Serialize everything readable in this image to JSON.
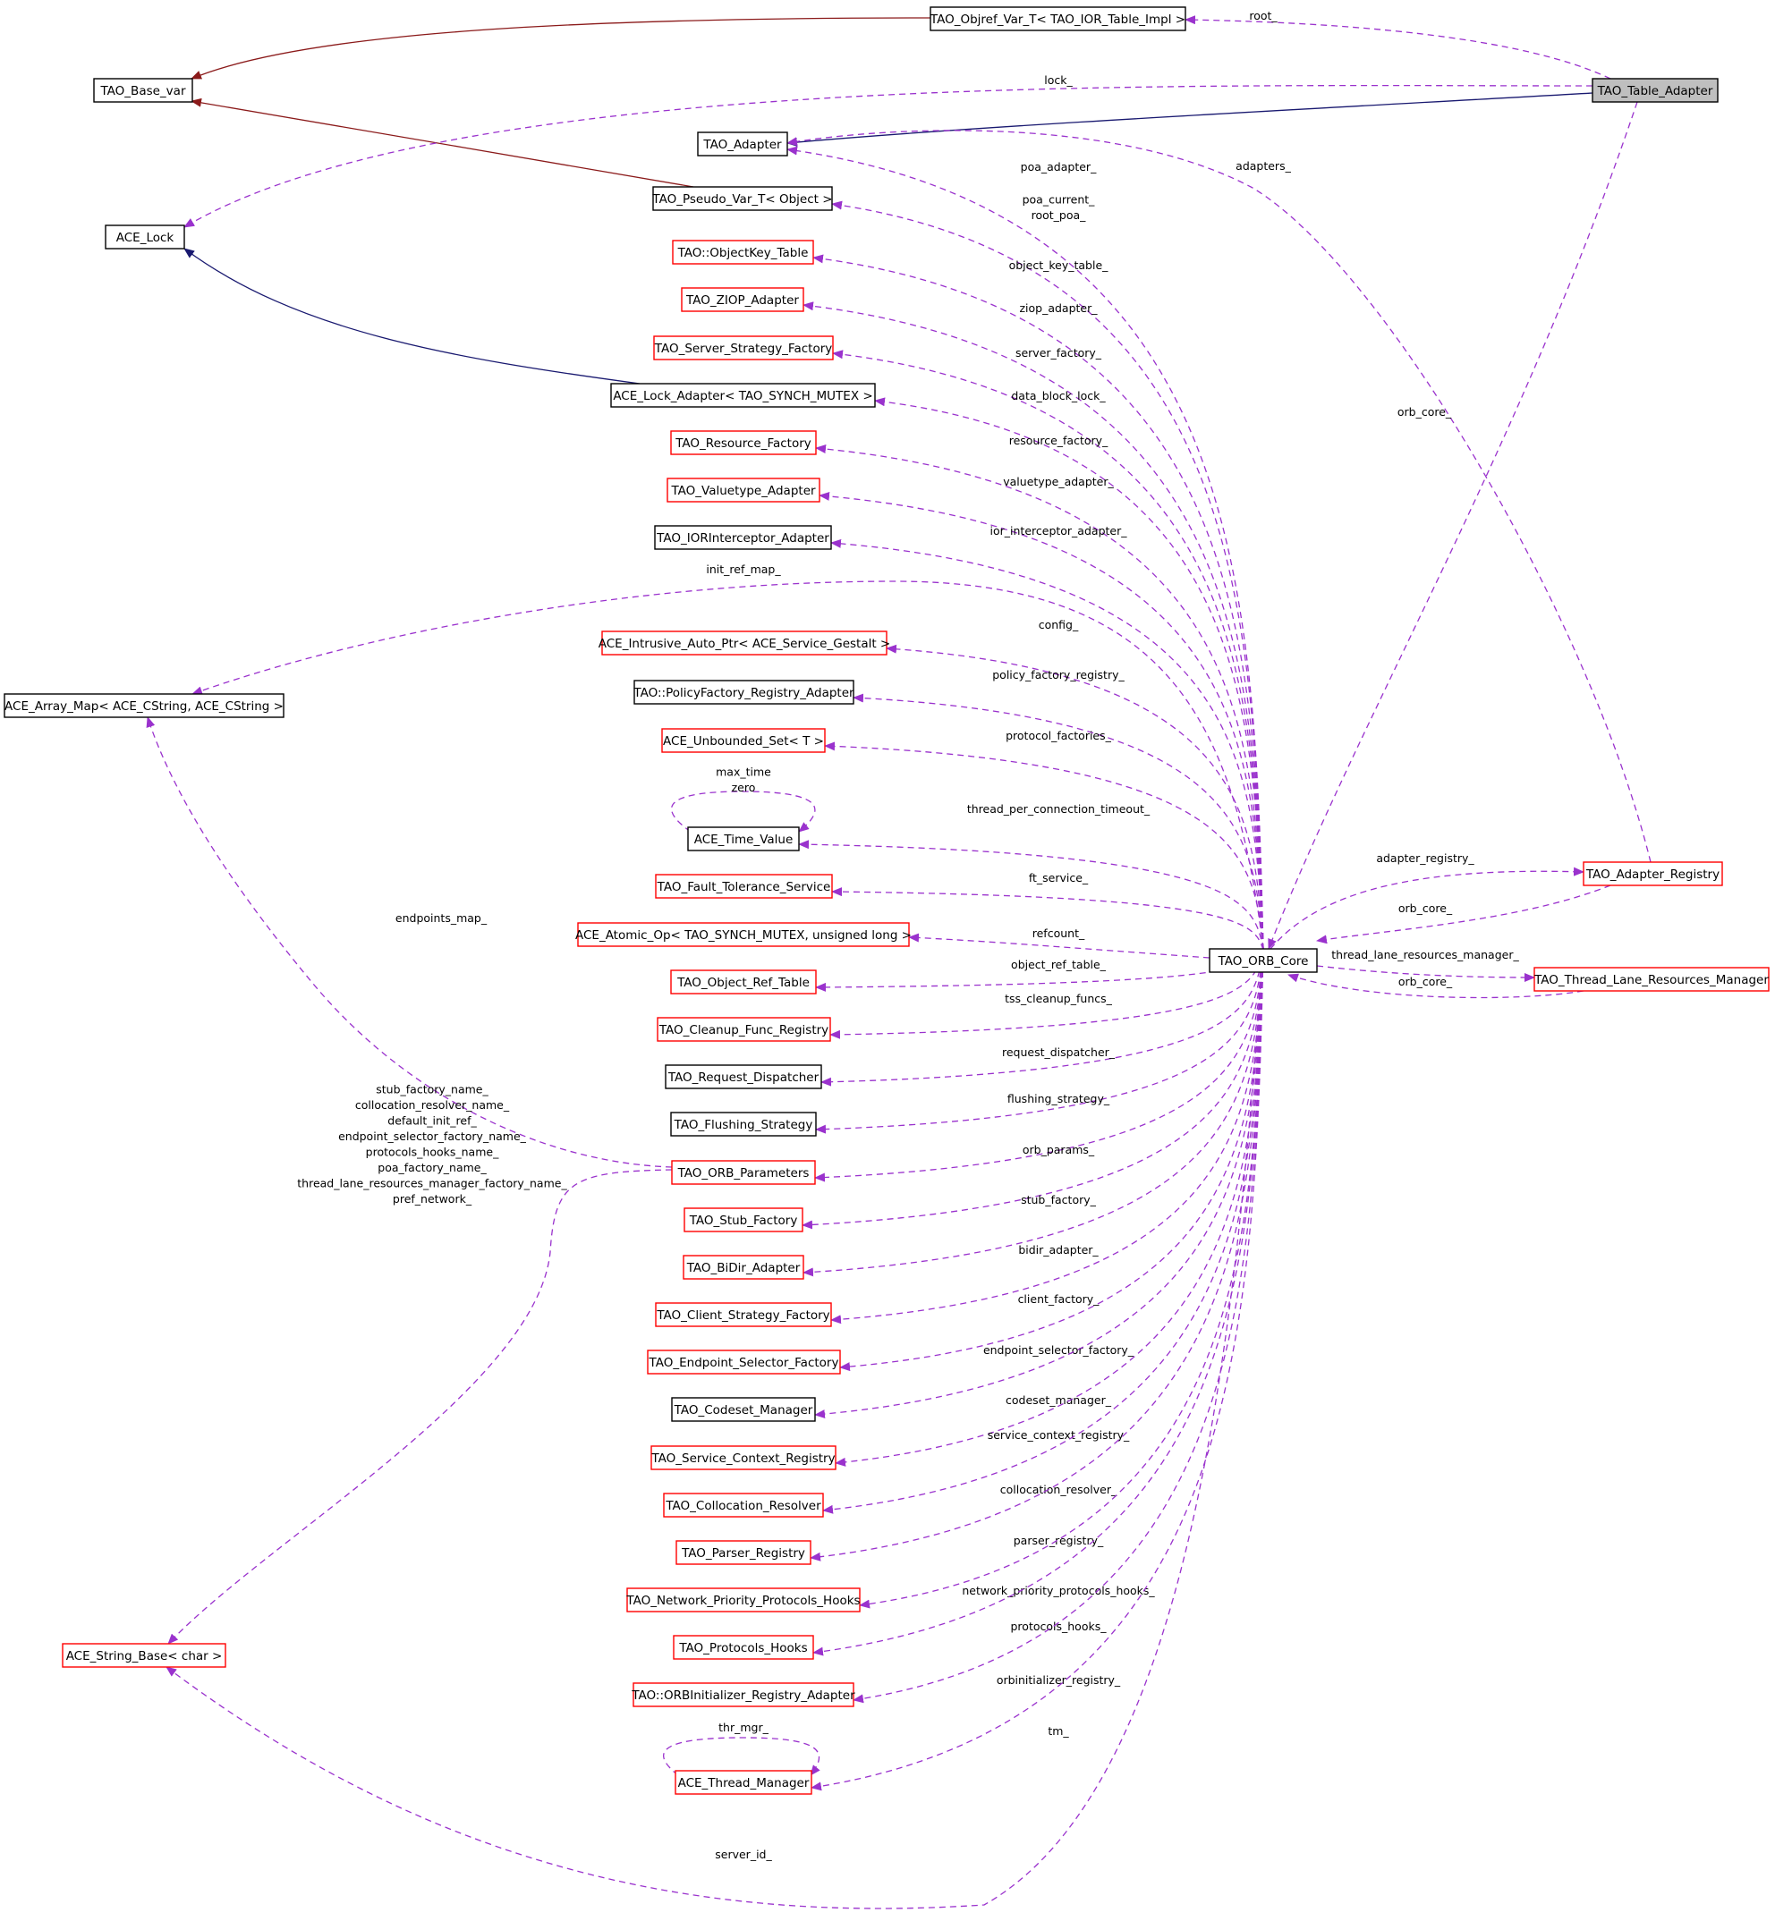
{
  "colors": {
    "inherit_public": "#191970",
    "inherit_template": "#8b1a1a",
    "usage": "#9a32cd",
    "border_documented": "#000000",
    "border_undocumented": "#ff0000",
    "focus_fill": "#bfbfbf"
  },
  "nodes": [
    {
      "id": "table_adapter",
      "label": "TAO_Table_Adapter",
      "border": "black",
      "fill": "focus"
    },
    {
      "id": "objref_var",
      "label": "TAO_Objref_Var_T< TAO_IOR_Table_Impl >",
      "border": "black"
    },
    {
      "id": "base_var",
      "label": "TAO_Base_var",
      "border": "black"
    },
    {
      "id": "adapter",
      "label": "TAO_Adapter",
      "border": "black"
    },
    {
      "id": "pseudo_var",
      "label": "TAO_Pseudo_Var_T< Object >",
      "border": "black"
    },
    {
      "id": "ace_lock",
      "label": "ACE_Lock",
      "border": "black"
    },
    {
      "id": "objectkey_table",
      "label": "TAO::ObjectKey_Table",
      "border": "red"
    },
    {
      "id": "ziop_adapter",
      "label": "TAO_ZIOP_Adapter",
      "border": "red"
    },
    {
      "id": "server_strategy_factory",
      "label": "TAO_Server_Strategy_Factory",
      "border": "red"
    },
    {
      "id": "lock_adapter",
      "label": "ACE_Lock_Adapter< TAO_SYNCH_MUTEX >",
      "border": "black"
    },
    {
      "id": "resource_factory",
      "label": "TAO_Resource_Factory",
      "border": "red"
    },
    {
      "id": "valuetype_adapter",
      "label": "TAO_Valuetype_Adapter",
      "border": "red"
    },
    {
      "id": "iorinterceptor_adapter",
      "label": "TAO_IORInterceptor_Adapter",
      "border": "black"
    },
    {
      "id": "intrusive_auto_ptr",
      "label": "ACE_Intrusive_Auto_Ptr< ACE_Service_Gestalt >",
      "border": "red"
    },
    {
      "id": "array_map",
      "label": "ACE_Array_Map< ACE_CString, ACE_CString >",
      "border": "black"
    },
    {
      "id": "policyfactory_registry",
      "label": "TAO::PolicyFactory_Registry_Adapter",
      "border": "black"
    },
    {
      "id": "unbounded_set",
      "label": "ACE_Unbounded_Set< T >",
      "border": "red"
    },
    {
      "id": "time_value",
      "label": "ACE_Time_Value",
      "border": "black"
    },
    {
      "id": "fault_tolerance",
      "label": "TAO_Fault_Tolerance_Service",
      "border": "red"
    },
    {
      "id": "atomic_op",
      "label": "ACE_Atomic_Op< TAO_SYNCH_MUTEX, unsigned long >",
      "border": "red"
    },
    {
      "id": "object_ref_table",
      "label": "TAO_Object_Ref_Table",
      "border": "red"
    },
    {
      "id": "cleanup_func_registry",
      "label": "TAO_Cleanup_Func_Registry",
      "border": "red"
    },
    {
      "id": "request_dispatcher",
      "label": "TAO_Request_Dispatcher",
      "border": "black"
    },
    {
      "id": "flushing_strategy",
      "label": "TAO_Flushing_Strategy",
      "border": "black"
    },
    {
      "id": "orb_parameters",
      "label": "TAO_ORB_Parameters",
      "border": "red"
    },
    {
      "id": "stub_factory",
      "label": "TAO_Stub_Factory",
      "border": "red"
    },
    {
      "id": "bidir_adapter",
      "label": "TAO_BiDir_Adapter",
      "border": "red"
    },
    {
      "id": "client_strategy_factory",
      "label": "TAO_Client_Strategy_Factory",
      "border": "red"
    },
    {
      "id": "endpoint_selector_factory",
      "label": "TAO_Endpoint_Selector_Factory",
      "border": "red"
    },
    {
      "id": "codeset_manager",
      "label": "TAO_Codeset_Manager",
      "border": "black"
    },
    {
      "id": "service_context_registry",
      "label": "TAO_Service_Context_Registry",
      "border": "red"
    },
    {
      "id": "collocation_resolver",
      "label": "TAO_Collocation_Resolver",
      "border": "red"
    },
    {
      "id": "parser_registry",
      "label": "TAO_Parser_Registry",
      "border": "red"
    },
    {
      "id": "network_priority_hooks",
      "label": "TAO_Network_Priority_Protocols_Hooks",
      "border": "red"
    },
    {
      "id": "protocols_hooks",
      "label": "TAO_Protocols_Hooks",
      "border": "red"
    },
    {
      "id": "orbinitializer_registry",
      "label": "TAO::ORBInitializer_Registry_Adapter",
      "border": "red"
    },
    {
      "id": "thread_manager",
      "label": "ACE_Thread_Manager",
      "border": "red"
    },
    {
      "id": "string_base",
      "label": "ACE_String_Base< char >",
      "border": "red"
    },
    {
      "id": "orb_core",
      "label": "TAO_ORB_Core",
      "border": "black"
    },
    {
      "id": "adapter_registry",
      "label": "TAO_Adapter_Registry",
      "border": "red"
    },
    {
      "id": "thread_lane_manager",
      "label": "TAO_Thread_Lane_Resources_Manager",
      "border": "red"
    }
  ],
  "edges": [
    {
      "from": "objref_var",
      "to": "base_var",
      "kind": "inherit_template",
      "label": ""
    },
    {
      "from": "pseudo_var",
      "to": "base_var",
      "kind": "inherit_template",
      "label": ""
    },
    {
      "from": "table_adapter",
      "to": "adapter",
      "kind": "inherit_public",
      "label": ""
    },
    {
      "from": "lock_adapter",
      "to": "ace_lock",
      "kind": "inherit_public",
      "label": ""
    },
    {
      "from": "table_adapter",
      "to": "objref_var",
      "kind": "usage",
      "label": "root_"
    },
    {
      "from": "table_adapter",
      "to": "ace_lock",
      "kind": "usage",
      "label": "lock_"
    },
    {
      "from": "adapter_registry",
      "to": "adapter",
      "kind": "usage",
      "label": "adapters_"
    },
    {
      "from": "table_adapter",
      "to": "orb_core",
      "kind": "usage",
      "label": "orb_core_"
    },
    {
      "from": "orb_core",
      "to": "adapter",
      "kind": "usage",
      "label": "poa_adapter_"
    },
    {
      "from": "orb_core",
      "to": "pseudo_var",
      "kind": "usage",
      "label": "poa_current_\nroot_poa_"
    },
    {
      "from": "orb_core",
      "to": "objectkey_table",
      "kind": "usage",
      "label": "object_key_table_"
    },
    {
      "from": "orb_core",
      "to": "ziop_adapter",
      "kind": "usage",
      "label": "ziop_adapter_"
    },
    {
      "from": "orb_core",
      "to": "server_strategy_factory",
      "kind": "usage",
      "label": "server_factory_"
    },
    {
      "from": "orb_core",
      "to": "lock_adapter",
      "kind": "usage",
      "label": "data_block_lock_"
    },
    {
      "from": "orb_core",
      "to": "resource_factory",
      "kind": "usage",
      "label": "resource_factory_"
    },
    {
      "from": "orb_core",
      "to": "valuetype_adapter",
      "kind": "usage",
      "label": "valuetype_adapter_"
    },
    {
      "from": "orb_core",
      "to": "iorinterceptor_adapter",
      "kind": "usage",
      "label": "ior_interceptor_adapter_"
    },
    {
      "from": "orb_core",
      "to": "array_map",
      "kind": "usage",
      "label": "init_ref_map_"
    },
    {
      "from": "orb_core",
      "to": "intrusive_auto_ptr",
      "kind": "usage",
      "label": "config_"
    },
    {
      "from": "orb_core",
      "to": "policyfactory_registry",
      "kind": "usage",
      "label": "policy_factory_registry_"
    },
    {
      "from": "orb_core",
      "to": "unbounded_set",
      "kind": "usage",
      "label": "protocol_factories_"
    },
    {
      "from": "time_value",
      "to": "time_value",
      "kind": "usage",
      "label": "max_time\nzero"
    },
    {
      "from": "orb_core",
      "to": "time_value",
      "kind": "usage",
      "label": "thread_per_connection_timeout_"
    },
    {
      "from": "orb_core",
      "to": "fault_tolerance",
      "kind": "usage",
      "label": "ft_service_"
    },
    {
      "from": "orb_core",
      "to": "atomic_op",
      "kind": "usage",
      "label": "refcount_"
    },
    {
      "from": "orb_core",
      "to": "object_ref_table",
      "kind": "usage",
      "label": "object_ref_table_"
    },
    {
      "from": "orb_core",
      "to": "cleanup_func_registry",
      "kind": "usage",
      "label": "tss_cleanup_funcs_"
    },
    {
      "from": "orb_core",
      "to": "request_dispatcher",
      "kind": "usage",
      "label": "request_dispatcher_"
    },
    {
      "from": "orb_core",
      "to": "flushing_strategy",
      "kind": "usage",
      "label": "flushing_strategy_"
    },
    {
      "from": "orb_core",
      "to": "orb_parameters",
      "kind": "usage",
      "label": "orb_params_"
    },
    {
      "from": "orb_parameters",
      "to": "array_map",
      "kind": "usage",
      "label": "endpoints_map_"
    },
    {
      "from": "orb_parameters",
      "to": "string_base",
      "kind": "usage",
      "label": "stub_factory_name_\ncollocation_resolver_name_\ndefault_init_ref_\nendpoint_selector_factory_name_\nprotocols_hooks_name_\npoa_factory_name_\nthread_lane_resources_manager_factory_name_\npref_network_"
    },
    {
      "from": "orb_core",
      "to": "stub_factory",
      "kind": "usage",
      "label": "stub_factory_"
    },
    {
      "from": "orb_core",
      "to": "bidir_adapter",
      "kind": "usage",
      "label": "bidir_adapter_"
    },
    {
      "from": "orb_core",
      "to": "client_strategy_factory",
      "kind": "usage",
      "label": "client_factory_"
    },
    {
      "from": "orb_core",
      "to": "endpoint_selector_factory",
      "kind": "usage",
      "label": "endpoint_selector_factory_"
    },
    {
      "from": "orb_core",
      "to": "codeset_manager",
      "kind": "usage",
      "label": "codeset_manager_"
    },
    {
      "from": "orb_core",
      "to": "service_context_registry",
      "kind": "usage",
      "label": "service_context_registry_"
    },
    {
      "from": "orb_core",
      "to": "collocation_resolver",
      "kind": "usage",
      "label": "collocation_resolver_"
    },
    {
      "from": "orb_core",
      "to": "parser_registry",
      "kind": "usage",
      "label": "parser_registry_"
    },
    {
      "from": "orb_core",
      "to": "network_priority_hooks",
      "kind": "usage",
      "label": "network_priority_protocols_hooks_"
    },
    {
      "from": "orb_core",
      "to": "protocols_hooks",
      "kind": "usage",
      "label": "protocols_hooks_"
    },
    {
      "from": "orb_core",
      "to": "orbinitializer_registry",
      "kind": "usage",
      "label": "orbinitializer_registry_"
    },
    {
      "from": "thread_manager",
      "to": "thread_manager",
      "kind": "usage",
      "label": "thr_mgr_"
    },
    {
      "from": "orb_core",
      "to": "thread_manager",
      "kind": "usage",
      "label": "tm_"
    },
    {
      "from": "orb_core",
      "to": "string_base",
      "kind": "usage",
      "label": "server_id_"
    },
    {
      "from": "orb_core",
      "to": "adapter_registry",
      "kind": "usage",
      "label": "adapter_registry_"
    },
    {
      "from": "adapter_registry",
      "to": "orb_core",
      "kind": "usage",
      "label": "orb_core_"
    },
    {
      "from": "orb_core",
      "to": "thread_lane_manager",
      "kind": "usage",
      "label": "thread_lane_resources_manager_"
    },
    {
      "from": "thread_lane_manager",
      "to": "orb_core",
      "kind": "usage",
      "label": "orb_core_"
    }
  ]
}
